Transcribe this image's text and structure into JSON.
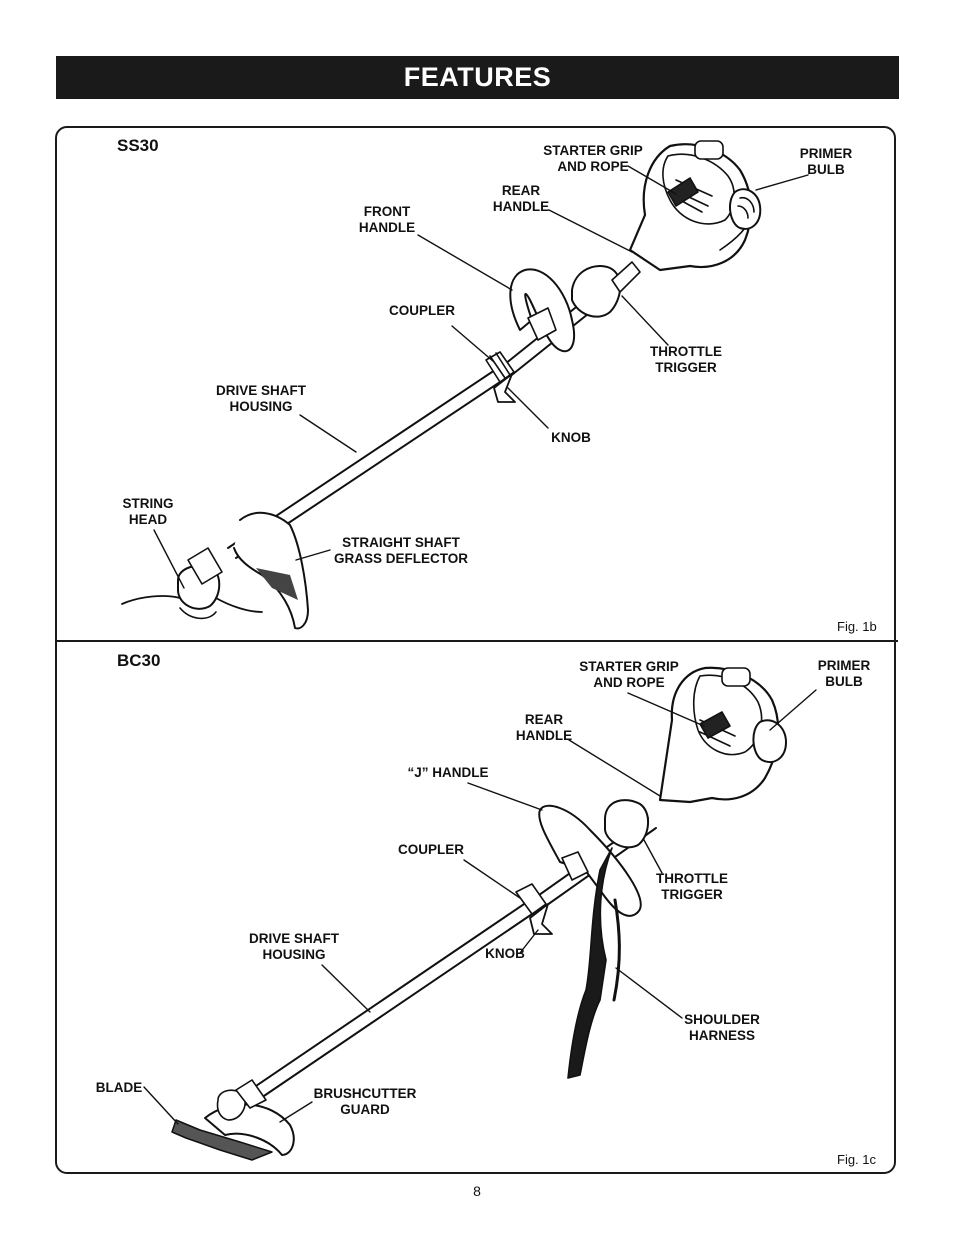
{
  "header": {
    "title": "FEATURES"
  },
  "ss30": {
    "model": "SS30",
    "figure": "Fig. 1b",
    "labels": {
      "starter_grip_1": "STARTER GRIP",
      "starter_grip_2": "AND ROPE",
      "primer_bulb_1": "PRIMER",
      "primer_bulb_2": "BULB",
      "rear_handle_1": "REAR",
      "rear_handle_2": "HANDLE",
      "front_handle_1": "FRONT",
      "front_handle_2": "HANDLE",
      "coupler": "COUPLER",
      "throttle_1": "THROTTLE",
      "throttle_2": "TRIGGER",
      "drive_shaft_1": "DRIVE SHAFT",
      "drive_shaft_2": "HOUSING",
      "knob": "KNOB",
      "string_head_1": "STRING",
      "string_head_2": "HEAD",
      "deflector_1": "STRAIGHT SHAFT",
      "deflector_2": "GRASS DEFLECTOR"
    }
  },
  "bc30": {
    "model": "BC30",
    "figure": "Fig. 1c",
    "labels": {
      "starter_grip_1": "STARTER GRIP",
      "starter_grip_2": "AND ROPE",
      "primer_bulb_1": "PRIMER",
      "primer_bulb_2": "BULB",
      "rear_handle_1": "REAR",
      "rear_handle_2": "HANDLE",
      "j_handle": "“J” HANDLE",
      "coupler": "COUPLER",
      "throttle_1": "THROTTLE",
      "throttle_2": "TRIGGER",
      "drive_shaft_1": "DRIVE SHAFT",
      "drive_shaft_2": "HOUSING",
      "knob": "KNOB",
      "harness_1": "SHOULDER",
      "harness_2": "HARNESS",
      "blade": "BLADE",
      "guard_1": "BRUSHCUTTER",
      "guard_2": "GUARD"
    }
  },
  "footer": {
    "page_number": "8"
  }
}
